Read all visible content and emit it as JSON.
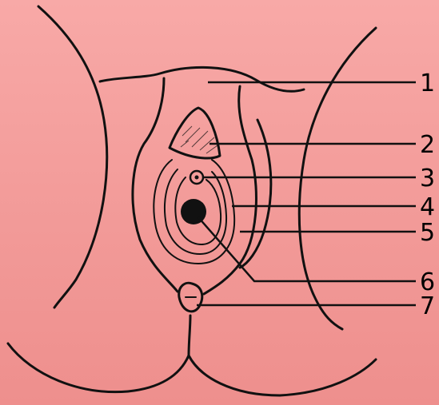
{
  "diagram": {
    "colors": {
      "background": "#f29a98",
      "ink": "#111111"
    },
    "labels": [
      {
        "id": "label-1",
        "text": "1"
      },
      {
        "id": "label-2",
        "text": "2"
      },
      {
        "id": "label-3",
        "text": "3"
      },
      {
        "id": "label-4",
        "text": "4"
      },
      {
        "id": "label-5",
        "text": "5"
      },
      {
        "id": "label-6",
        "text": "6"
      },
      {
        "id": "label-7",
        "text": "7"
      }
    ]
  }
}
